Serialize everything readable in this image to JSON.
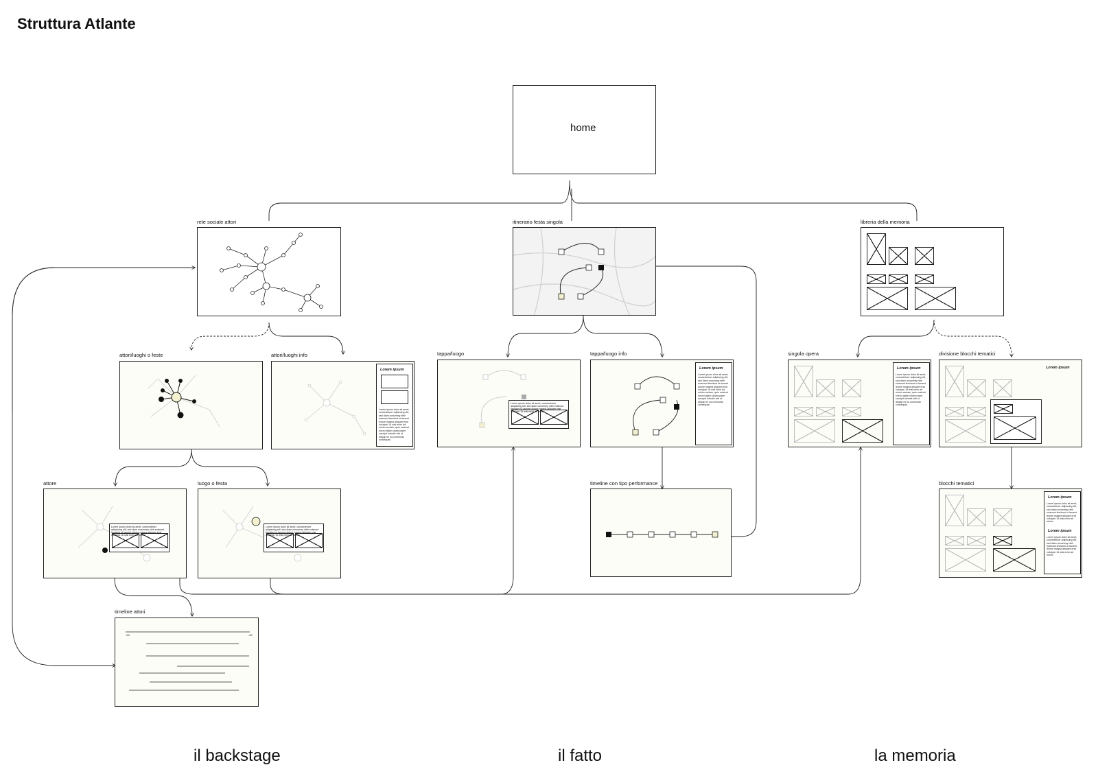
{
  "title": "Struttura Atlante",
  "nodes": {
    "home": "home",
    "rete_sociale": "rete sociale attori",
    "itinerario": "itinerario festa singola",
    "libreria": "libreria della memoria",
    "attori_luoghi_feste": "attori/luoghi o feste",
    "attori_luoghi_info": "attori/luoghi info",
    "tappa_luogo": "tappa/luogo",
    "tappa_luogo_info": "tappa/luogo info",
    "singola_opera": "singola opera",
    "divisione_blocchi": "divisione blocchi tematici",
    "attore": "attore",
    "luogo_festa": "luogo o festa",
    "timeline_performance": "timeline con tipo performance",
    "blocchi_tematici": "blocchi tematici",
    "timeline_attori": "timeline attori"
  },
  "placeholder": {
    "heading": "Lorem ipsum",
    "body": "Lorem ipsum dolor sit amet, consectetuer adipiscing elit, sed diam nonummy nibh euismod tincidunt ut laoreet dolore magna aliquam erat volutpat. Ut wisi enim ad minim veniam, quis nostrud exerci tation ullamcorper suscipit lobortis nisl ut aliquip ex ea commodo consequat.",
    "caption": "Lorem ipsum dolor sit amet, consectetuer adipiscing elit, sed diam nonummy nibh euismod tincidunt ut laoreet dolore magna aliquam erat volutpat. Ut wisi enim ad minim"
  },
  "timeline_ticks": [
    "-00",
    "-00"
  ],
  "sections": {
    "backstage": "il backstage",
    "fatto": "il fatto",
    "memoria": "la memoria"
  },
  "colors": {
    "highlight": "#f3f1cf",
    "line": "#222222",
    "faded": "#c8c8c8"
  }
}
